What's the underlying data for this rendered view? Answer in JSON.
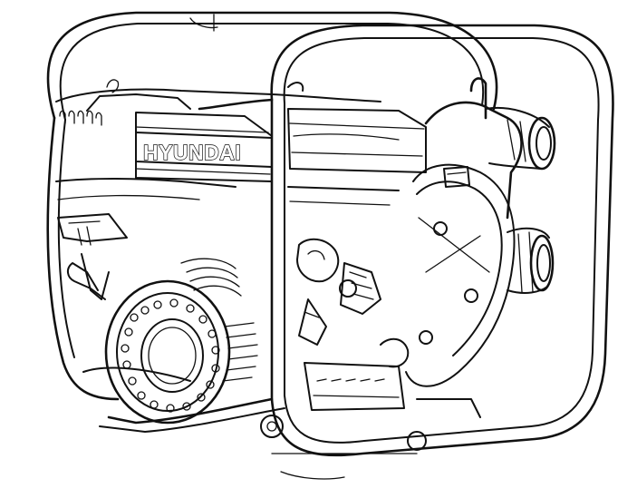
{
  "image": {
    "subject": "water-pump",
    "style": "line-art",
    "line_color": "#111111",
    "background_color": "#ffffff"
  },
  "brand": {
    "text": "HYUNDAI"
  }
}
